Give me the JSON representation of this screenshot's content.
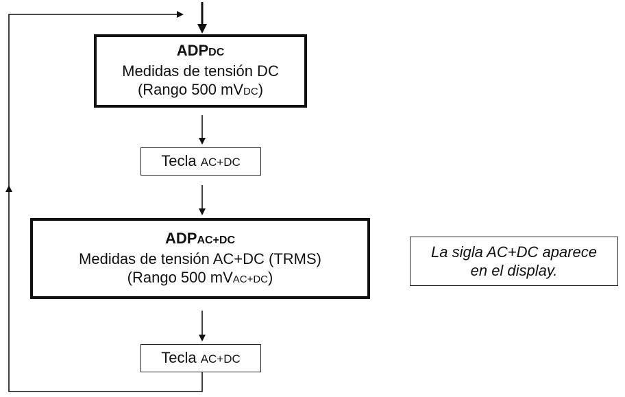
{
  "blocks": {
    "adp_dc": {
      "title_main": "ADP",
      "title_sub": "DC",
      "line1": "Medidas de tensión DC",
      "line2_main": "(Rango 500 mV",
      "line2_sub": "DC",
      "line2_end": ")"
    },
    "key_1": {
      "main": "Tecla ",
      "sub": "AC+DC"
    },
    "adp_acdc": {
      "title_main": "ADP",
      "title_sub": "AC+DC",
      "line1": "Medidas de tensión AC+DC (TRMS)",
      "line2_main": "(Rango 500 mV",
      "line2_sub": "AC+DC",
      "line2_end": ")"
    },
    "note": {
      "line1": "La sigla AC+DC aparece",
      "line2": "en el display."
    },
    "key_2": {
      "main": "Tecla ",
      "sub": "AC+DC"
    }
  },
  "colors": {
    "stroke": "#111111",
    "background": "#ffffff"
  }
}
